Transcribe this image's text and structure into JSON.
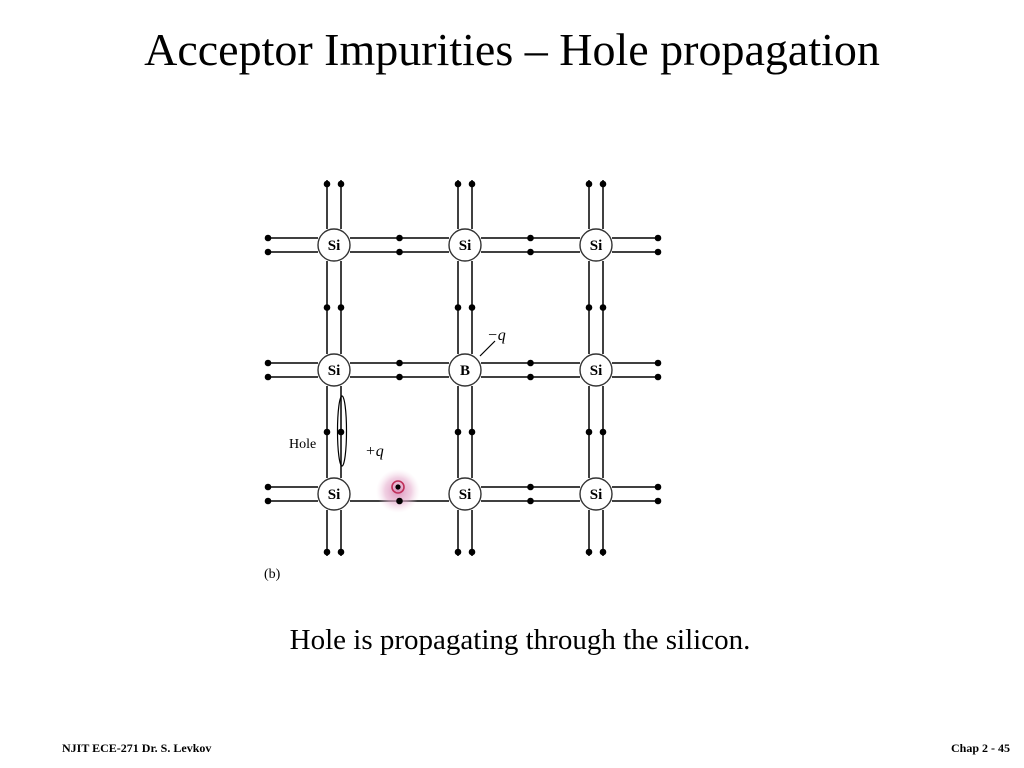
{
  "slide": {
    "title": "Acceptor Impurities – Hole propagation",
    "caption": "Hole is propagating through the silicon.",
    "footer_left": "NJIT ECE-271 Dr. S. Levkov",
    "footer_right": "Chap 2 - 45"
  },
  "diagram": {
    "panel_label": "(b)",
    "atoms": [
      {
        "label": "Si"
      },
      {
        "label": "Si"
      },
      {
        "label": "Si"
      },
      {
        "label": "Si"
      },
      {
        "label": "B"
      },
      {
        "label": "Si"
      },
      {
        "label": "Si"
      },
      {
        "label": "Si"
      },
      {
        "label": "Si"
      }
    ],
    "hole_label": "Hole",
    "acceptor_charge_label": "−q",
    "hole_charge_label": "+q",
    "highlight_color": "#e0a6c8",
    "highlight_ring_color": "#c0305a"
  }
}
